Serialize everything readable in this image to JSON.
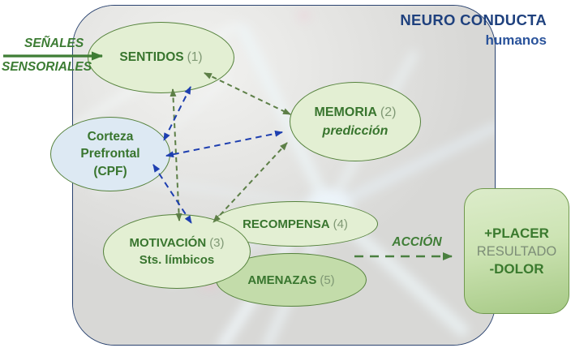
{
  "header": {
    "title": "NEURO CONDUCTA",
    "subtitle": "humanos"
  },
  "input_signal": {
    "line1": "SEÑALES",
    "line2": "SENSORIALES"
  },
  "action": {
    "label": "ACCIÓN"
  },
  "nodes": {
    "sentidos": {
      "label": "SENTIDOS",
      "number": "(1)"
    },
    "memoria": {
      "label": "MEMORIA",
      "number": "(2)",
      "subtitle": "predicción"
    },
    "corteza": {
      "line1": "Corteza",
      "line2": "Prefrontal",
      "line3": "(CPF)"
    },
    "motivacion": {
      "label": "MOTIVACIÓN",
      "number": "(3)",
      "subtitle": "Sts. límbicos"
    },
    "recompensa": {
      "label": "RECOMPENSA",
      "number": "(4)"
    },
    "amenazas": {
      "label": "AMENAZAS",
      "number": "(5)"
    }
  },
  "result": {
    "line1": "+PLACER",
    "line2": "RESULTADO",
    "line3": "-DOLOR"
  },
  "colors": {
    "title_navy": "#1f417e",
    "frame_border": "#2a4370",
    "node_text_green": "#38752e",
    "node_fill_green": "#e3efd3",
    "node_fill_blue": "#dde9f3",
    "amenazas_fill": "#c3dcaa",
    "node_border_green": "#55823c",
    "blue_arrow": "#1e3fb0",
    "green_dashed_arrow": "#5d7f47",
    "green_solid_arrow": "#3f7d35",
    "result_gray_text": "#7c8d77"
  }
}
